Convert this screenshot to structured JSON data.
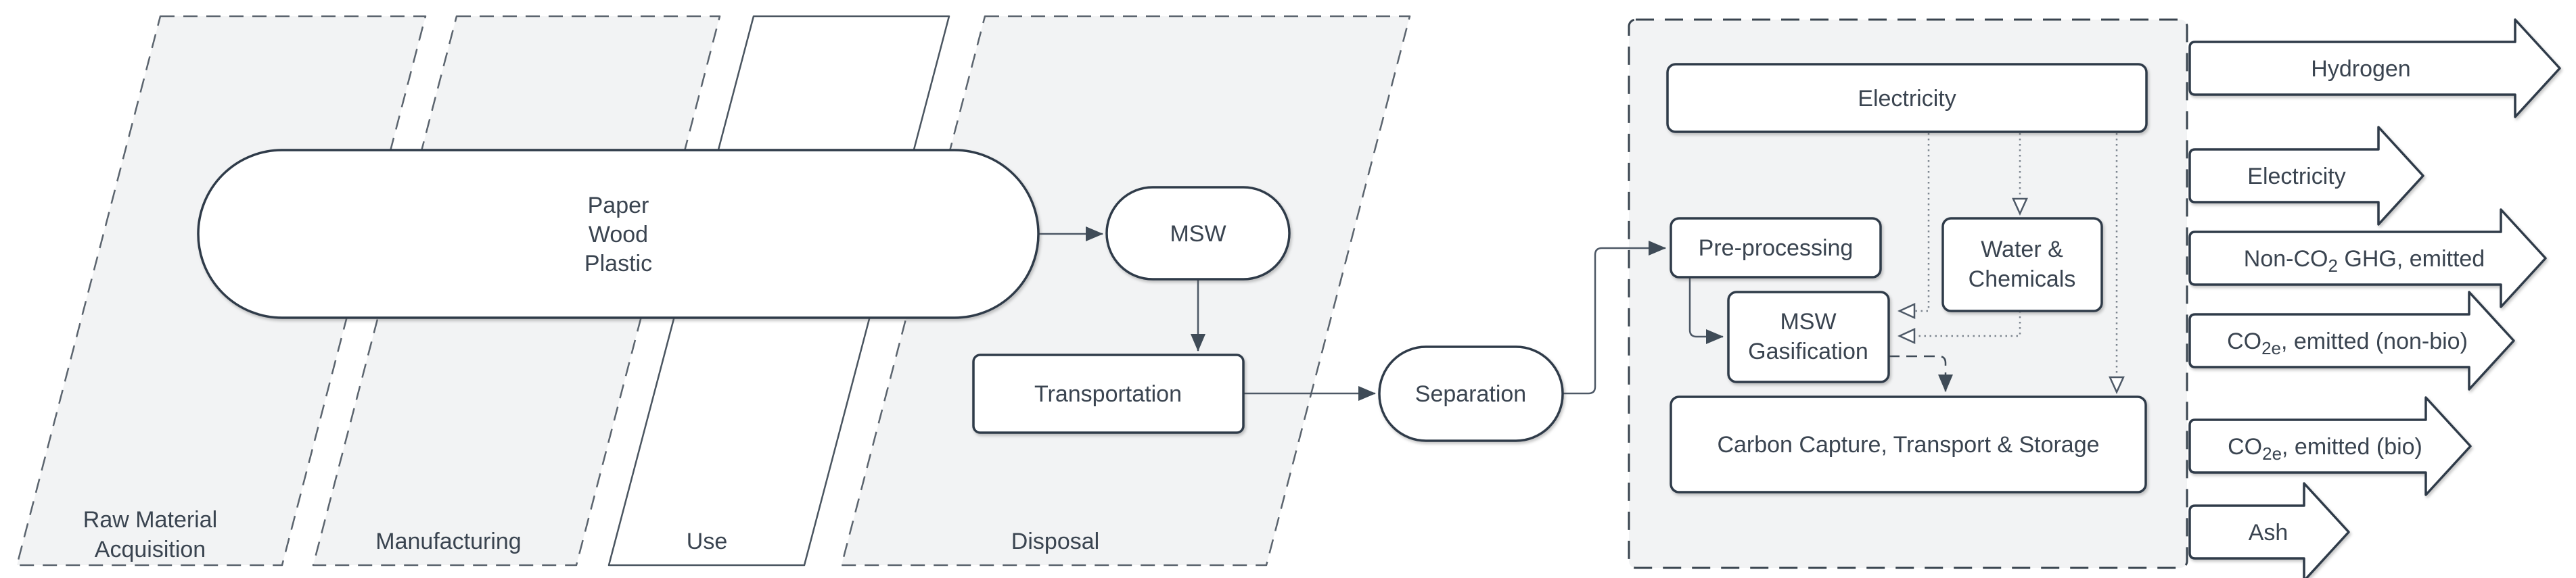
{
  "palette": {
    "background": "#ffffff",
    "stage_fill": "#f2f3f4",
    "shape_fill": "#ffffff",
    "border": "#2f3b49",
    "text": "#3a4450",
    "connector": "#4d5866",
    "dotted_connector": "#7d858f"
  },
  "stages": {
    "raw_material": {
      "lines": [
        "Raw Material",
        "Acquisition"
      ]
    },
    "manufacturing": {
      "label": "Manufacturing"
    },
    "use": {
      "label": "Use"
    },
    "disposal": {
      "label": "Disposal"
    }
  },
  "nodes": {
    "source": {
      "lines": [
        "Paper",
        "Wood",
        "Plastic"
      ]
    },
    "msw": {
      "label": "MSW"
    },
    "transportation": {
      "label": "Transportation"
    },
    "separation": {
      "label": "Separation"
    },
    "electricity": {
      "label": "Electricity"
    },
    "pre_processing": {
      "label": "Pre-processing"
    },
    "water_chemicals": {
      "lines": [
        "Water &",
        "Chemicals"
      ]
    },
    "msw_gasification": {
      "lines": [
        "MSW",
        "Gasification"
      ]
    },
    "carbon_capture": {
      "label": "Carbon Capture, Transport & Storage"
    }
  },
  "outputs": [
    {
      "label": "Hydrogen",
      "pre": "Hydrogen",
      "sub": "",
      "post": ""
    },
    {
      "label": "Electricity",
      "pre": "Electricity",
      "sub": "",
      "post": ""
    },
    {
      "label": "Non-CO2 GHG, emitted",
      "pre": "Non-CO",
      "sub": "2",
      "post": " GHG, emitted"
    },
    {
      "label": "CO2e, emitted (non-bio)",
      "pre": "CO",
      "sub": "2e",
      "post": ", emitted (non-bio)"
    },
    {
      "label": "CO2e, emitted (bio)",
      "pre": "CO",
      "sub": "2e",
      "post": ", emitted (bio)"
    },
    {
      "label": "Ash",
      "pre": "Ash",
      "sub": "",
      "post": ""
    }
  ]
}
